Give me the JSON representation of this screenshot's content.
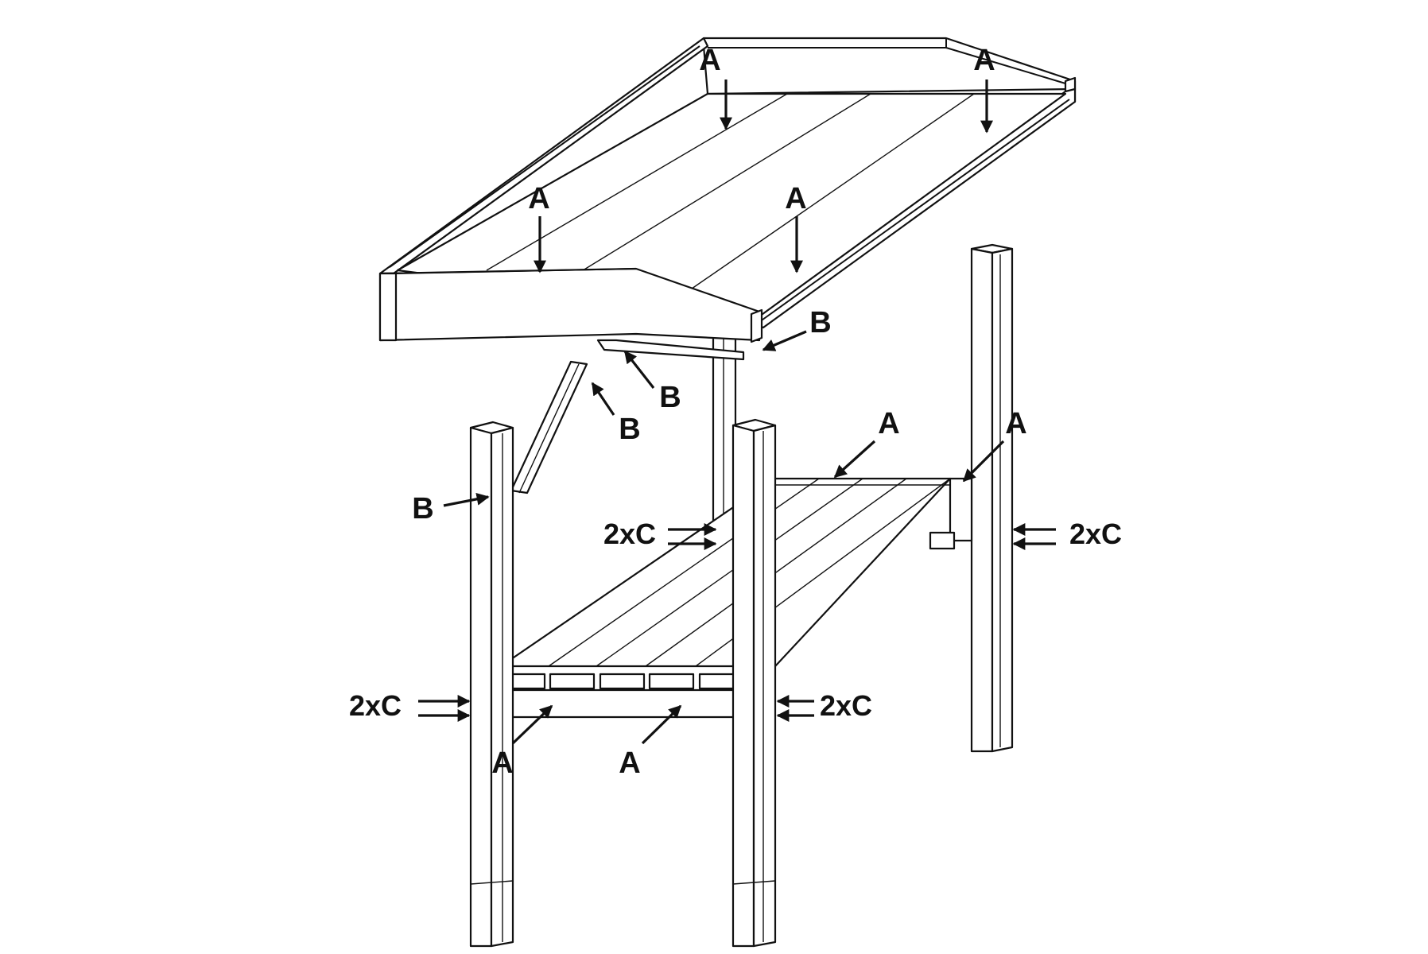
{
  "diagram": {
    "title": "",
    "part_labels": {
      "a": "A",
      "b": "B",
      "c_pair": "2xC"
    }
  }
}
